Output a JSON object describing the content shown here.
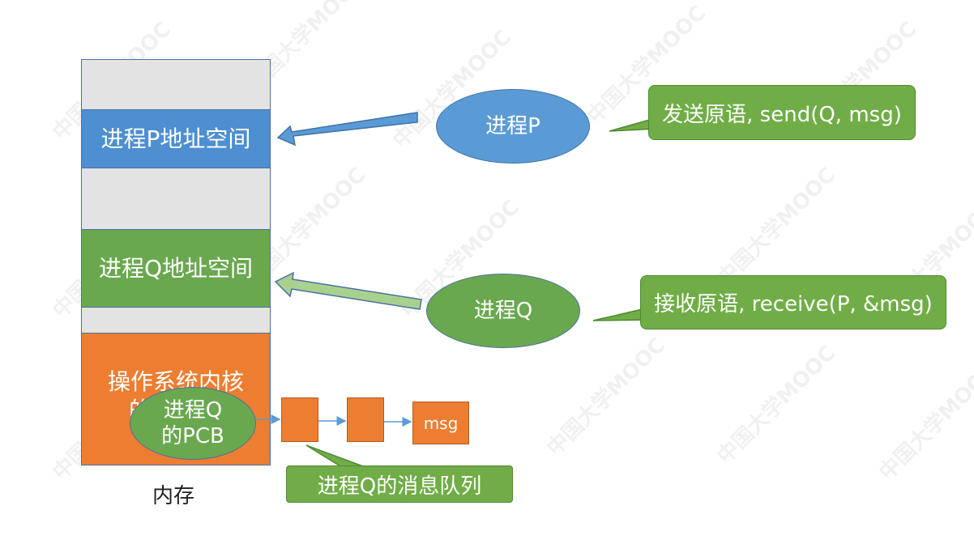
{
  "memory": {
    "p_space_label": "进程P地址空间",
    "q_space_label": "进程Q地址空间",
    "kernel_label_line1": "操作系统内核",
    "kernel_label_line2": "的",
    "caption": "内存"
  },
  "process_p": {
    "label": "进程P"
  },
  "process_q": {
    "label": "进程Q"
  },
  "pcb": {
    "label_line1": "进程Q",
    "label_line2": "的PCB"
  },
  "send_callout": {
    "text": "发送原语, send(Q, msg)"
  },
  "receive_callout": {
    "text": "接收原语, receive(P, &msg)"
  },
  "queue": {
    "msg_label": "msg",
    "callout_text": "进程Q的消息队列"
  },
  "watermark": {
    "text": "中国大学MOOC"
  },
  "colors": {
    "blue": "#4d8fd0",
    "green": "#6aa84f",
    "orange": "#ed7d31",
    "gray": "#e3e3e3"
  }
}
